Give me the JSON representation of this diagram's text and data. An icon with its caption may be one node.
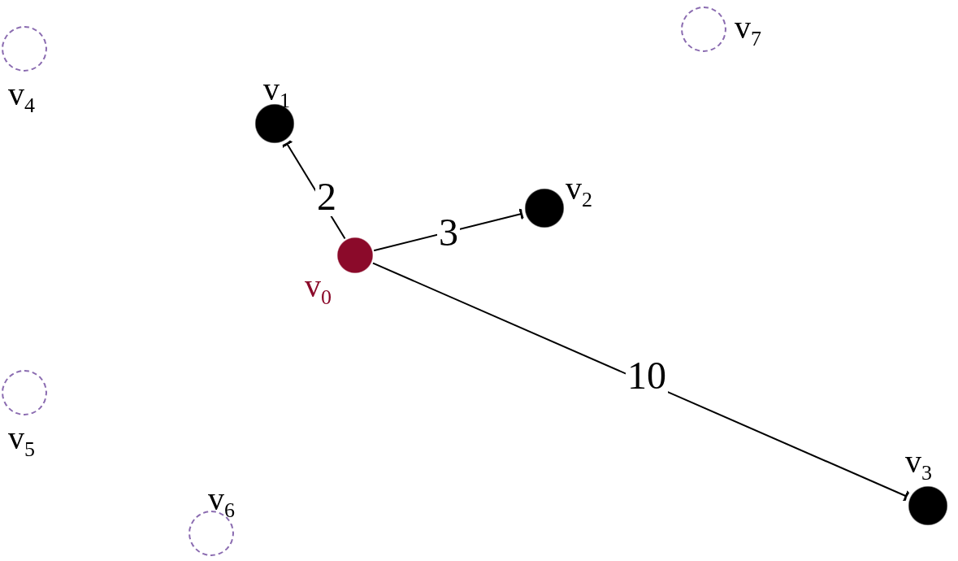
{
  "diagram": {
    "nodes": [
      {
        "text": [
          "v$_{0}$"
        ]
      },
      {
        "text": [
          "v$_{1}$"
        ]
      },
      {
        "text": [
          "v$_{2}$"
        ]
      },
      {
        "text": [
          "v$_{3}$"
        ]
      },
      {
        "text": [
          "v$_{4}$"
        ]
      },
      {
        "text": [
          "v$_{5}$"
        ]
      },
      {
        "text": [
          "v$_{6}$"
        ]
      },
      {
        "text": [
          "v$_{7}$"
        ]
      }
    ],
    "edges": [
      {
        "from": 0,
        "to": 1,
        "arrow": "to",
        "label": "2"
      },
      {
        "from": 0,
        "to": 2,
        "arrow": "to",
        "label": "3"
      },
      {
        "from": 0,
        "to": 3,
        "arrow": "to",
        "label": "10"
      }
    ]
  }
}
